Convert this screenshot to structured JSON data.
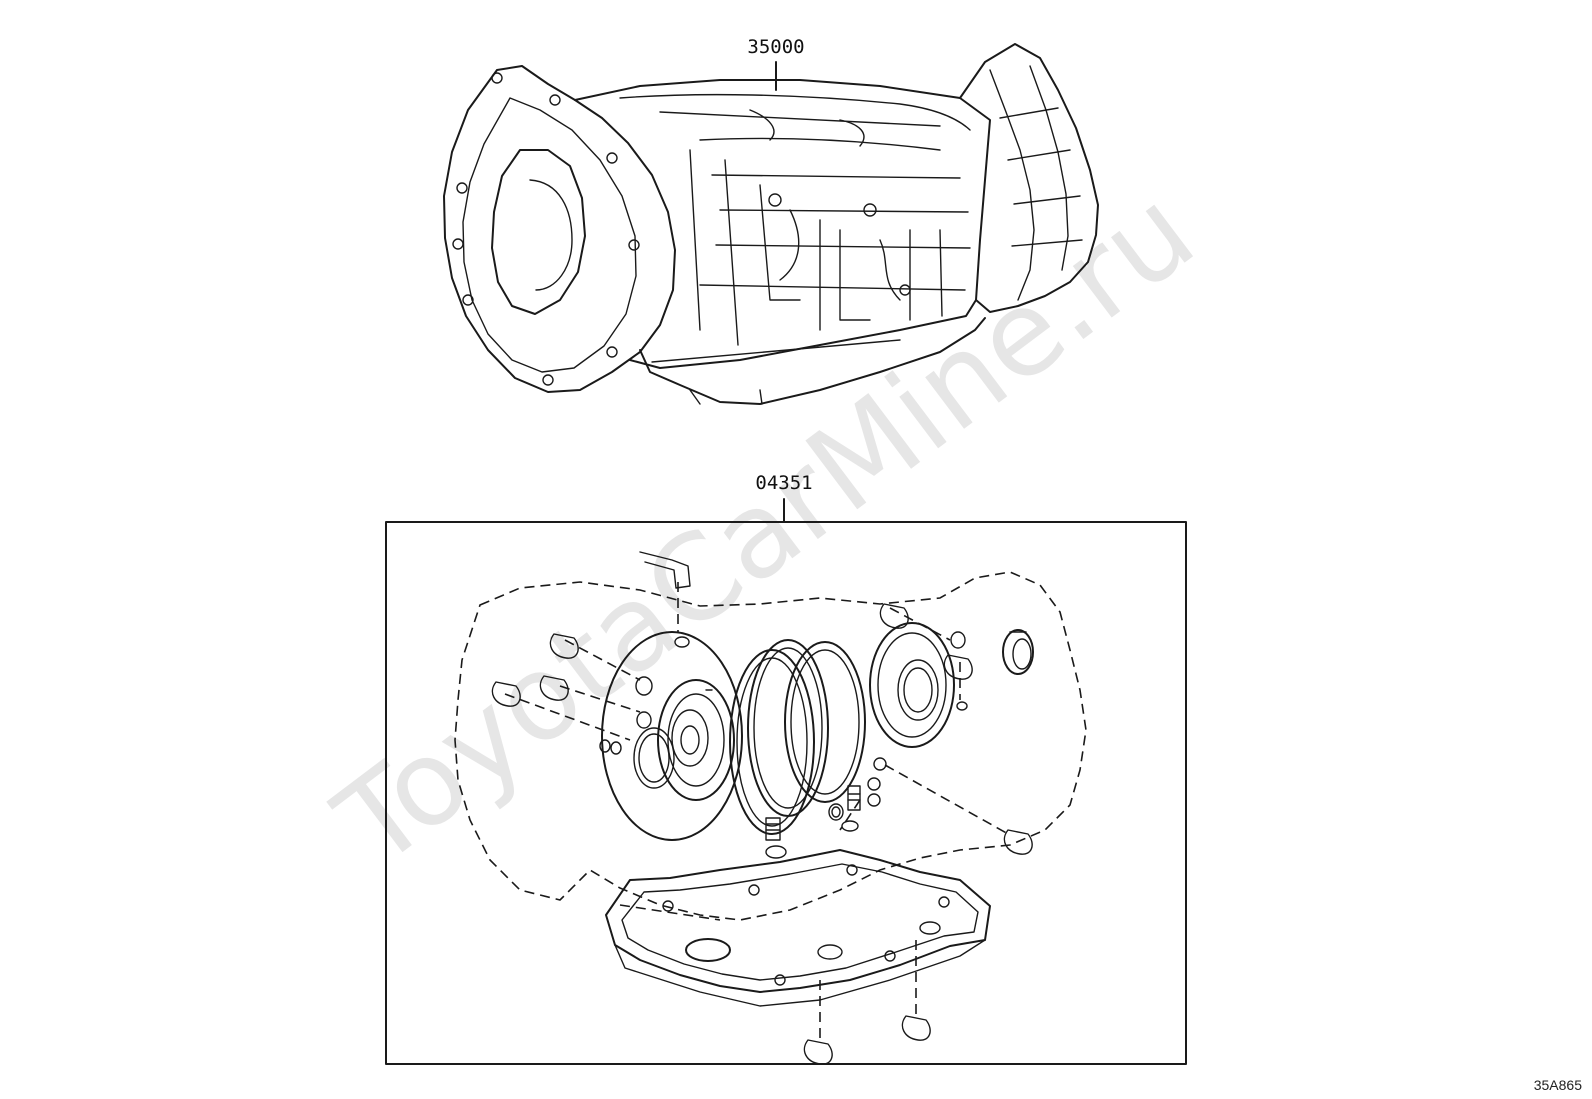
{
  "watermark": "ToyotaCarMine.ru",
  "figure_code": "35A865",
  "parts": [
    {
      "number": "35000"
    },
    {
      "number": "04351"
    }
  ],
  "colors": {
    "line": "#1a1a1a",
    "watermark": "#e6e6e6",
    "background": "#ffffff"
  }
}
